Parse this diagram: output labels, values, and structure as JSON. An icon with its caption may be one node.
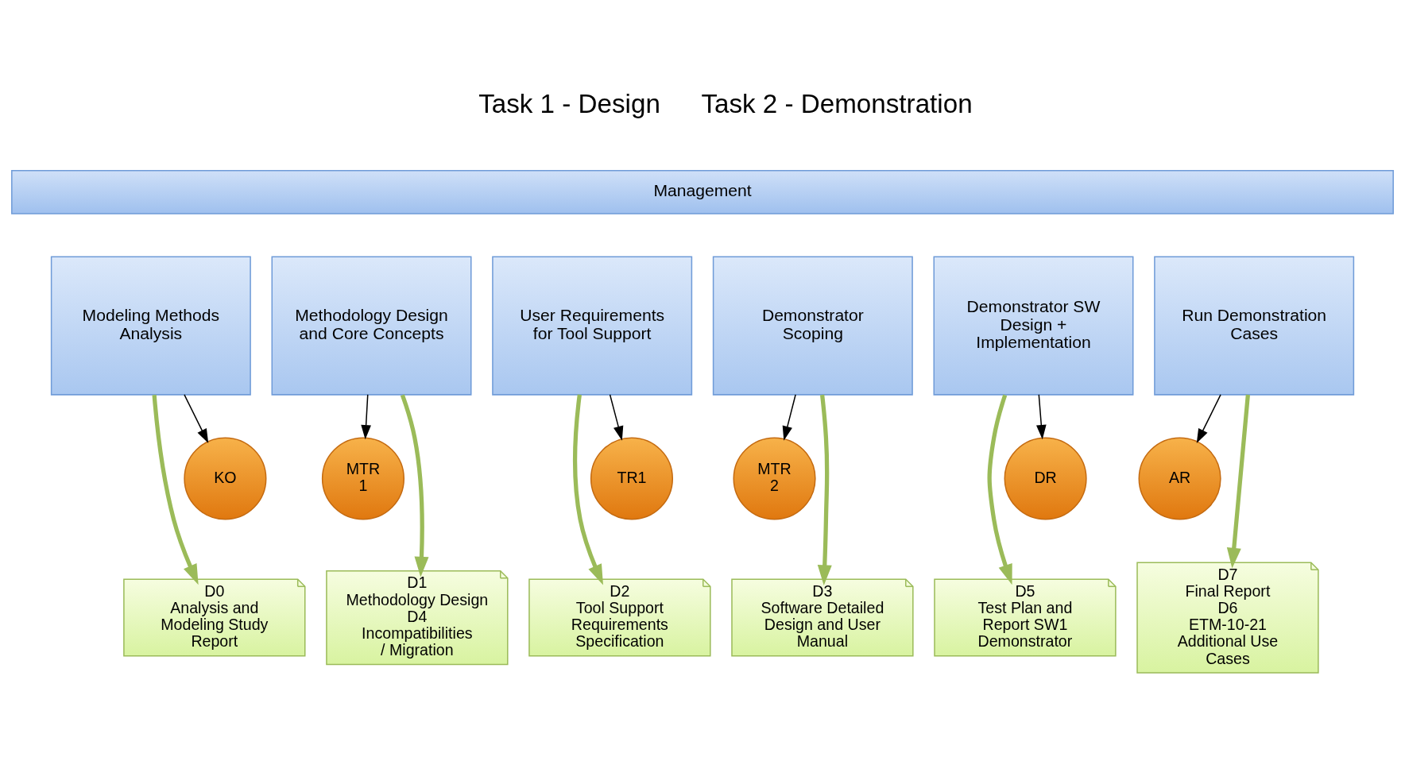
{
  "diagram": {
    "nodes": [
      {
        "text": [
          "Management"
        ]
      },
      {
        "text": [
          "Modeling Methods Analysis"
        ]
      },
      {
        "text": [
          "Methodology Design and Core Concepts"
        ]
      },
      {
        "text": [
          "User Requirements for Tool Support"
        ]
      },
      {
        "text": [
          "Demonstrator Scoping"
        ]
      },
      {
        "text": [
          "Demonstrator SW Design + Implementation"
        ]
      },
      {
        "text": [
          "Run Demonstration Cases"
        ]
      },
      {
        "text": [
          "KO"
        ]
      },
      {
        "text": [
          "MTR 1"
        ]
      },
      {
        "text": [
          "TR1"
        ]
      },
      {
        "text": [
          "MTR 2"
        ]
      },
      {
        "text": [
          "DR"
        ]
      },
      {
        "text": [
          "AR"
        ]
      },
      {
        "text": [
          "D0",
          "Analysis and Modeling Study Report"
        ]
      },
      {
        "text": [
          "D1",
          "Methodology Design",
          "D4",
          "Incompatibilities / Migration"
        ]
      },
      {
        "text": [
          "D2",
          "Tool Support Requirements Specification"
        ]
      },
      {
        "text": [
          "D3",
          "Software Detailed Design and User Manual"
        ]
      },
      {
        "text": [
          "D5",
          "Test Plan and Report SW1 Demonstrator"
        ]
      },
      {
        "text": [
          "D7",
          "Final Report",
          "D6",
          "ETM-10-21 Additional Use Cases"
        ]
      }
    ],
    "edges": [
      {
        "from": 1,
        "to": 7,
        "arrow": "to"
      },
      {
        "from": 1,
        "to": 13,
        "arrow": "to",
        "style": "thick",
        "color": "#9bbb59"
      },
      {
        "from": 2,
        "to": 14,
        "arrow": "to",
        "style": "thick",
        "color": "#9bbb59"
      },
      {
        "from": 2,
        "to": 8,
        "arrow": "to"
      },
      {
        "from": 3,
        "to": 15,
        "arrow": "to",
        "style": "thick",
        "color": "#9bbb59"
      },
      {
        "from": 3,
        "to": 9,
        "arrow": "to"
      },
      {
        "from": 4,
        "to": 16,
        "arrow": "to",
        "style": "thick",
        "color": "#9bbb59"
      },
      {
        "from": 4,
        "to": 10,
        "arrow": "to"
      },
      {
        "from": 5,
        "to": 17,
        "arrow": "to",
        "style": "thick",
        "color": "#9bbb59"
      },
      {
        "from": 5,
        "to": 11,
        "arrow": "to"
      },
      {
        "from": 6,
        "to": 18,
        "arrow": "to",
        "style": "thick",
        "color": "#9bbb59"
      },
      {
        "from": 6,
        "to": 12,
        "arrow": "to"
      }
    ],
    "labels": [
      "Task 1 - Design",
      "Task 2 - Demonstration"
    ]
  }
}
